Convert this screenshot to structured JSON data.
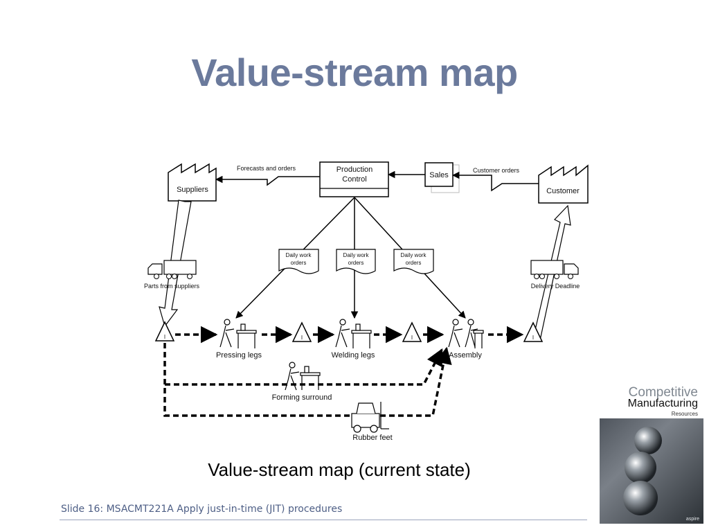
{
  "title": "Value-stream map",
  "diagram": {
    "suppliers": "Suppliers",
    "customer": "Customer",
    "production_control": [
      "Production",
      "Control"
    ],
    "sales": "Sales",
    "forecasts_and_orders": "Forecasts and orders",
    "customer_orders": "Customer orders",
    "daily_work_orders": [
      "Daily work",
      "orders"
    ],
    "parts_from_suppliers": "Parts from suppliers",
    "delivery_deadline": "Delivery Deadline",
    "inventory_symbol": "I",
    "processes": {
      "pressing_legs": "Pressing legs",
      "welding_legs": "Welding legs",
      "assembly": "Assembly",
      "forming_surround": "Forming surround",
      "rubber_feet": "Rubber feet"
    }
  },
  "caption": "Value-stream map (current state)",
  "footer": "Slide 16: MSACMT221A Apply just-in-time (JIT) procedures",
  "book_cover": {
    "line1": "Competitive",
    "line2": "Manufacturing",
    "line3": "Resources",
    "foot": "aspire"
  },
  "colors": {
    "title": "#6b7a9c",
    "footer": "#4d5e85"
  }
}
